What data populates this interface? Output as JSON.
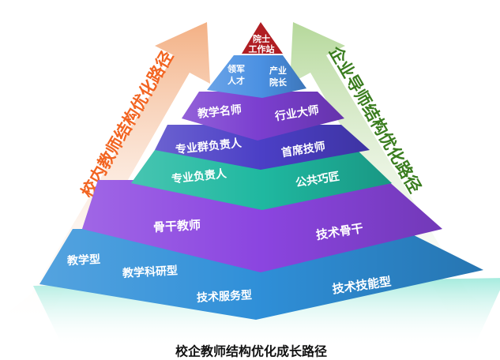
{
  "caption": "校企教师结构优化成长路径",
  "left_path": {
    "label": "校内教师结构优化路径",
    "color": "#f3b084",
    "text_color": "#f26522"
  },
  "right_path": {
    "label": "企业导师结构优化路径",
    "color": "#b5d89a",
    "text_color": "#3a7d1f"
  },
  "apex": {
    "line1": "院士",
    "line2": "工作站",
    "color": "#b01e23"
  },
  "levels": [
    {
      "left": [
        "领军",
        "人才"
      ],
      "right": [
        "产业",
        "院长"
      ],
      "color": "#4a90e2"
    },
    {
      "left": "教学名师",
      "right": "行业大师",
      "color": "#7b3fd0"
    },
    {
      "left": "专业群负责人",
      "right": "首席技师",
      "color": "#4b3fc6"
    },
    {
      "left": "专业负责人",
      "right": "公共巧匠",
      "color": "#1fb8a0"
    },
    {
      "left": "骨干教师",
      "right": "技术骨干",
      "color": "#8b45e0"
    },
    {
      "left": [
        "教学型",
        "教学科研型",
        "技术服务型"
      ],
      "right": "技术技能型",
      "color": "#2f8fd8"
    }
  ]
}
